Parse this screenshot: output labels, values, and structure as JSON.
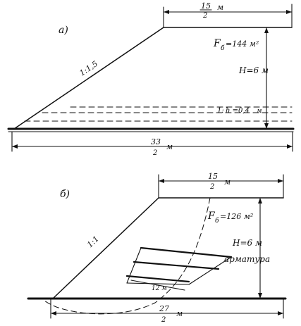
{
  "panel_a": {
    "label": "a)",
    "slope": "1:1,5",
    "area_label": "F",
    "area_sub": "б",
    "area_value": "=144 м²",
    "height": "H=6 м",
    "ratio": "h =0,4",
    "ratio_prefix": "1:",
    "ratio_unit": "м",
    "width_top_num": "15",
    "width_top_den": "2",
    "width_top_unit": "м",
    "width_bottom_num": "33",
    "width_bottom_den": "2",
    "width_bottom_unit": "м"
  },
  "panel_b": {
    "label": "б)",
    "slope": "1:1",
    "area_label": "F",
    "area_sub": "б",
    "area_value": "=126 м²",
    "height": "H=6 м",
    "reinforcement": "арматура",
    "rebar_length": "12 м",
    "width_top_num": "15",
    "width_top_den": "2",
    "width_top_unit": "м",
    "width_bottom_num": "27",
    "width_bottom_den": "2",
    "width_bottom_unit": "м"
  }
}
